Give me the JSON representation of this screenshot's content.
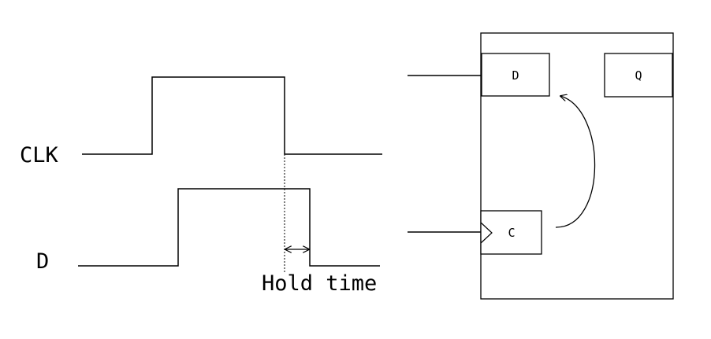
{
  "timing": {
    "clk_label": "CLK",
    "d_label": "D",
    "hold_label": "Hold time"
  },
  "flipflop": {
    "d_label": "D",
    "q_label": "Q",
    "c_label": "C"
  },
  "colors": {
    "stroke": "#000000",
    "background": "#ffffff"
  }
}
